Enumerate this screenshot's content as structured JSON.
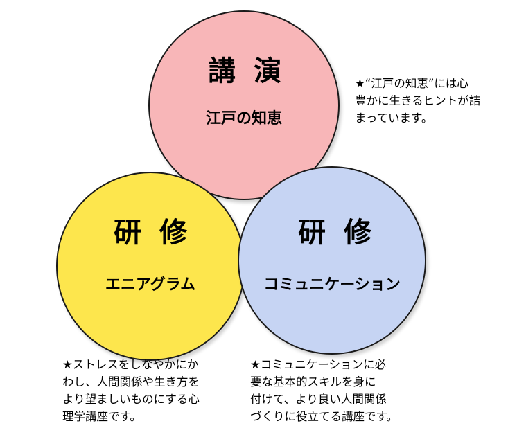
{
  "circles": {
    "top": {
      "title": "講演",
      "subtitle": "江戸の知恵",
      "color": "#f8b6b8"
    },
    "left": {
      "title": "研修",
      "subtitle": "エニアグラム",
      "color": "#fde64d"
    },
    "right": {
      "title": "研修",
      "subtitle": "コミュニケーション",
      "color": "#c6d4f3"
    }
  },
  "notes": {
    "top": [
      "★“江戸の知恵”には心",
      "豊かに生きるヒントが詰",
      "まっています。"
    ],
    "left": [
      "★ストレスをしなやかにか",
      "わし、人間関係や生き方を",
      "より望ましいものにする心",
      "理学講座です。"
    ],
    "right": [
      "★コミュニケーションに必",
      "要な基本的スキルを身に",
      "付けて、より良い人間関係",
      "づくりに役立てる講座です。"
    ]
  }
}
